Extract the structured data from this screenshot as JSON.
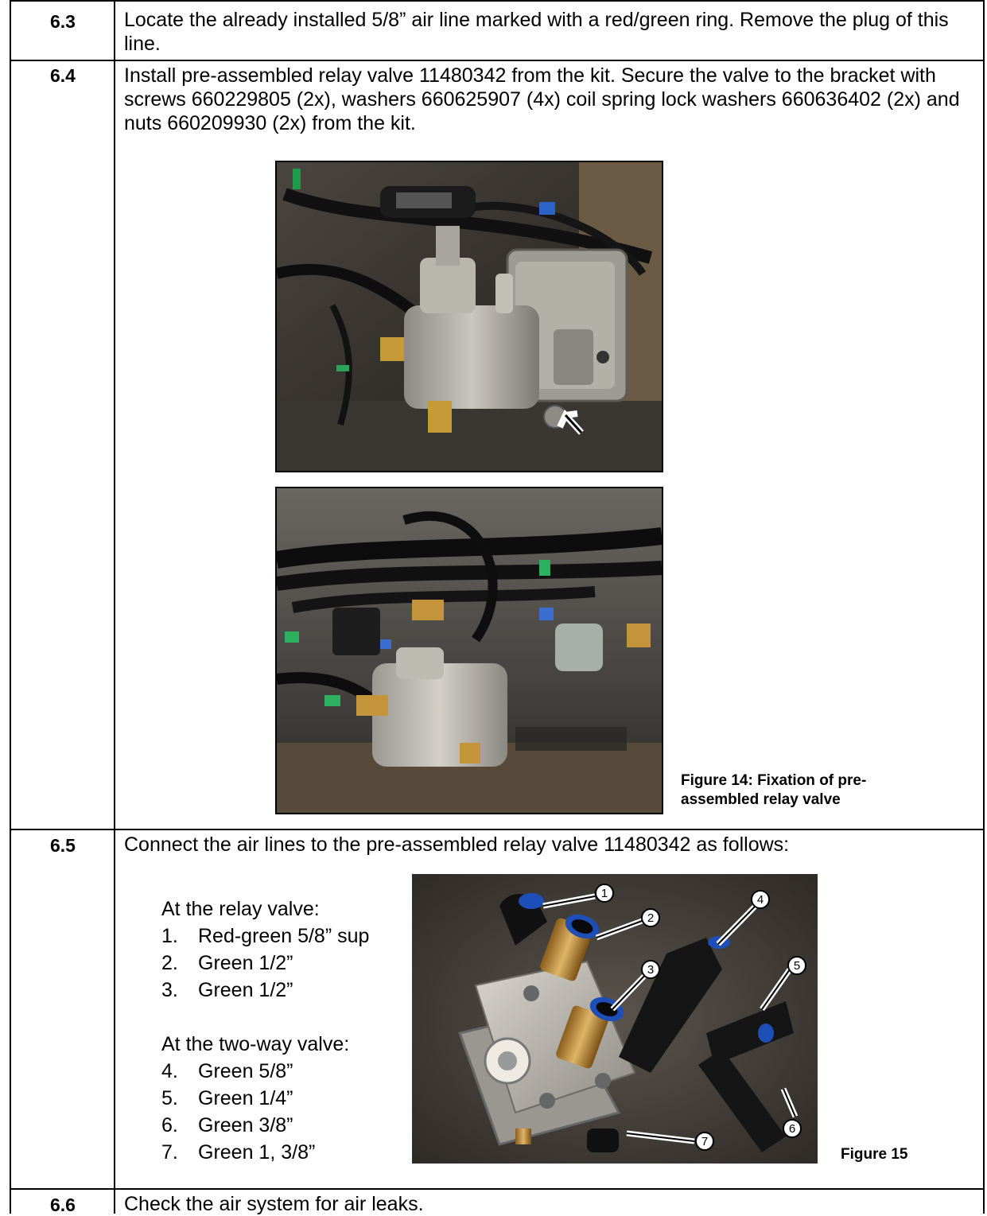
{
  "steps": {
    "s63": {
      "num": "6.3",
      "text": "Locate the already installed 5/8” air line marked with a red/green ring. Remove the plug of this line."
    },
    "s64": {
      "num": "6.4",
      "text": "Install pre-assembled relay valve 11480342 from the kit. Secure the valve to the bracket with screws 660229805 (2x), washers 660625907 (4x) coil spring lock washers 660636402 (2x) and nuts 660209930 (2x) from the kit.",
      "caption": "Figure 14: Fixation of pre-assembled relay valve"
    },
    "s65": {
      "num": "6.5",
      "text": "Connect the air lines to the pre-assembled relay valve 11480342 as follows:",
      "relay_heading": "At the relay valve:",
      "relay_items": [
        {
          "n": "1.",
          "label": "Red-green 5/8” sup"
        },
        {
          "n": "2.",
          "label": "Green 1/2”"
        },
        {
          "n": "3.",
          "label": "Green 1/2”"
        }
      ],
      "twoway_heading": "At the two-way valve:",
      "twoway_items": [
        {
          "n": "4.",
          "label": "Green 5/8”"
        },
        {
          "n": "5.",
          "label": "Green 1/4”"
        },
        {
          "n": "6.",
          "label": "Green 3/8”"
        },
        {
          "n": "7.",
          "label": "Green 1, 3/8”"
        }
      ],
      "callouts": [
        "1",
        "2",
        "3",
        "4",
        "5",
        "6",
        "7"
      ],
      "caption": "Figure 15"
    },
    "s66": {
      "num": "6.6",
      "text": "Check the air system for air leaks."
    }
  }
}
